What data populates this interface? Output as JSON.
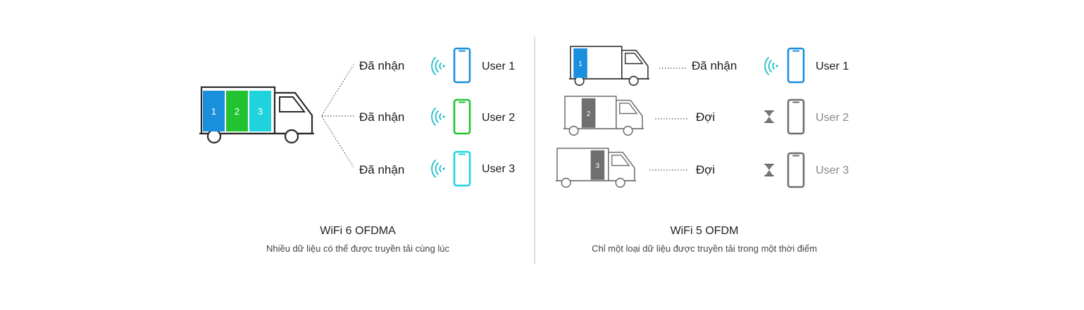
{
  "colors": {
    "blue": "#1a8fde",
    "green": "#22c330",
    "cyan": "#1fd3dc",
    "signal": "#1dbfc9",
    "dark": "#2a2a2a",
    "gray": "#6f6f6f",
    "divider": "#bdbdbd"
  },
  "left": {
    "title": "WiFi 6 OFDMA",
    "subtitle": "Nhiều dữ liệu có thể được truyền tải cùng lúc",
    "packets": [
      "1",
      "2",
      "3"
    ],
    "rows": [
      {
        "status": "Đã nhận",
        "user": "User 1",
        "color": "blue"
      },
      {
        "status": "Đã nhận",
        "user": "User 2",
        "color": "green"
      },
      {
        "status": "Đã nhận",
        "user": "User 3",
        "color": "cyan"
      }
    ]
  },
  "right": {
    "title": "WiFi 5 OFDM",
    "subtitle": "Chỉ một loại dữ liệu được truyền tải trong một thời điểm",
    "rows": [
      {
        "packet": "1",
        "status": "Đã nhận",
        "user": "User 1",
        "state": "received"
      },
      {
        "packet": "2",
        "status": "Đợi",
        "user": "User 2",
        "state": "waiting"
      },
      {
        "packet": "3",
        "status": "Đợi",
        "user": "User 3",
        "state": "waiting"
      }
    ]
  }
}
